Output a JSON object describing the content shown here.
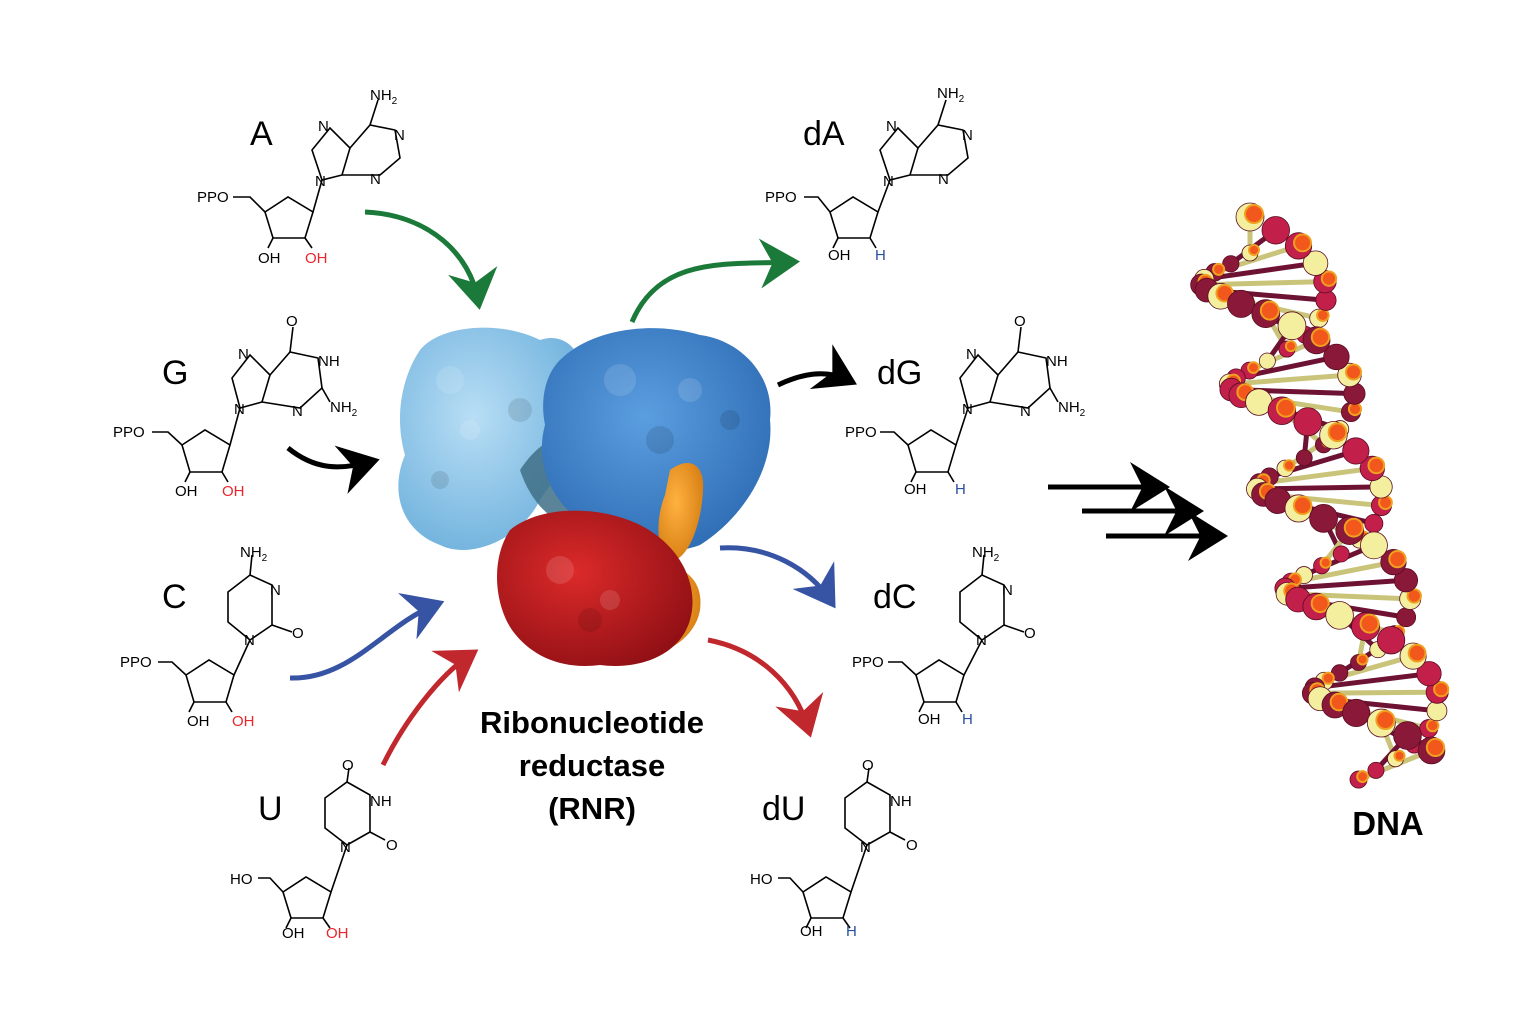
{
  "ribonucleotides": [
    {
      "label": "A",
      "base_atoms": [
        "NH2",
        "N",
        "N",
        "N",
        "N"
      ],
      "phosphate": "PPO",
      "oh3": "OH",
      "oh2": "OH"
    },
    {
      "label": "G",
      "base_atoms": [
        "O",
        "NH",
        "NH2",
        "N",
        "N",
        "N"
      ],
      "phosphate": "PPO",
      "oh3": "OH",
      "oh2": "OH"
    },
    {
      "label": "C",
      "base_atoms": [
        "NH2",
        "N",
        "O",
        "N"
      ],
      "phosphate": "PPO",
      "oh3": "OH",
      "oh2": "OH"
    },
    {
      "label": "U",
      "base_atoms": [
        "O",
        "NH",
        "O",
        "N"
      ],
      "phosphate": "HO",
      "oh3": "OH",
      "oh2": "OH"
    }
  ],
  "deoxyribonucleotides": [
    {
      "label": "dA",
      "phosphate": "PPO",
      "oh3": "OH",
      "h2": "H"
    },
    {
      "label": "dG",
      "phosphate": "PPO",
      "oh3": "OH",
      "h2": "H"
    },
    {
      "label": "dC",
      "phosphate": "PPO",
      "oh3": "OH",
      "h2": "H"
    },
    {
      "label": "dU",
      "phosphate": "HO",
      "oh3": "OH",
      "h2": "H"
    }
  ],
  "enzyme": {
    "line1": "Ribonucleotide",
    "line2": "reductase",
    "line3": "(RNR)"
  },
  "product": {
    "label": "DNA"
  },
  "colors": {
    "adenine_arrow": "#1b7a3a",
    "guanine_arrow": "#000000",
    "cytosine_arrow": "#3653a4",
    "uracil_arrow": "#c0282d",
    "hydroxyl_red": "#e8262b",
    "hydrogen_blue": "#2c4fa0",
    "protein_lightblue": "#8fc8ea",
    "protein_blue": "#3f86cc",
    "protein_red": "#c0171e",
    "protein_orange": "#f09a22"
  }
}
